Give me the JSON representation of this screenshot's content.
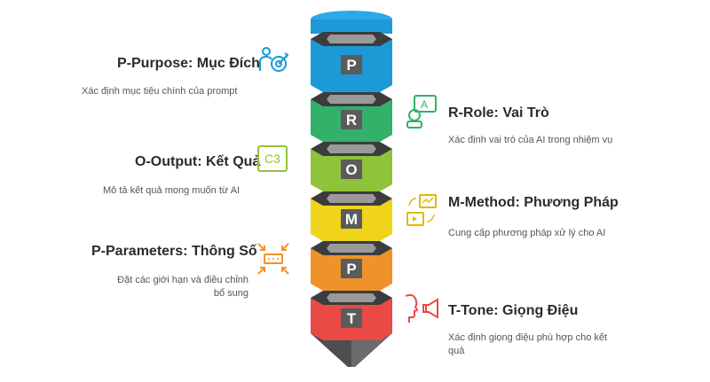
{
  "colors": {
    "p1": "#1c9ad6",
    "r": "#33b06a",
    "o": "#8fc33a",
    "m": "#f0d419",
    "p2": "#f0922a",
    "t": "#e94a45",
    "dark": "#5b5b5b",
    "darker": "#3c3c3c",
    "band": "#9a9a9a"
  },
  "layers": [
    {
      "letter": "P",
      "key": "p1"
    },
    {
      "letter": "R",
      "key": "r"
    },
    {
      "letter": "O",
      "key": "o"
    },
    {
      "letter": "M",
      "key": "m"
    },
    {
      "letter": "P",
      "key": "p2"
    },
    {
      "letter": "T",
      "key": "t"
    }
  ],
  "items": {
    "purpose": {
      "title": "P-Purpose: Mục Đích",
      "desc": "Xác định mục tiêu chính của prompt",
      "icon": "target-person-icon"
    },
    "role": {
      "title": "R-Role: Vai Trò",
      "desc": "Xác định vai trò của AI trong nhiệm vụ",
      "icon": "ai-robot-icon"
    },
    "output": {
      "title": "O-Output: Kết Quả",
      "desc": "Mô tả kết quả mong muốn từ AI",
      "icon": "c3-box-icon",
      "icon_text": "C3"
    },
    "method": {
      "title": "M-Method: Phương Pháp",
      "desc": "Cung cấp phương pháp xử lý cho AI",
      "icon": "process-screens-icon"
    },
    "parameters": {
      "title": "P-Parameters: Thông Số",
      "desc_line1": "Đặt các giới hạn và điều chỉnh",
      "desc_line2": "bổ sung",
      "icon": "compress-arrows-icon"
    },
    "tone": {
      "title": "T-Tone: Giọng Điệu",
      "desc_line1": "Xác định giọng điệu phù hợp cho kết",
      "desc_line2": "quả",
      "icon": "speaking-megaphone-icon"
    }
  }
}
